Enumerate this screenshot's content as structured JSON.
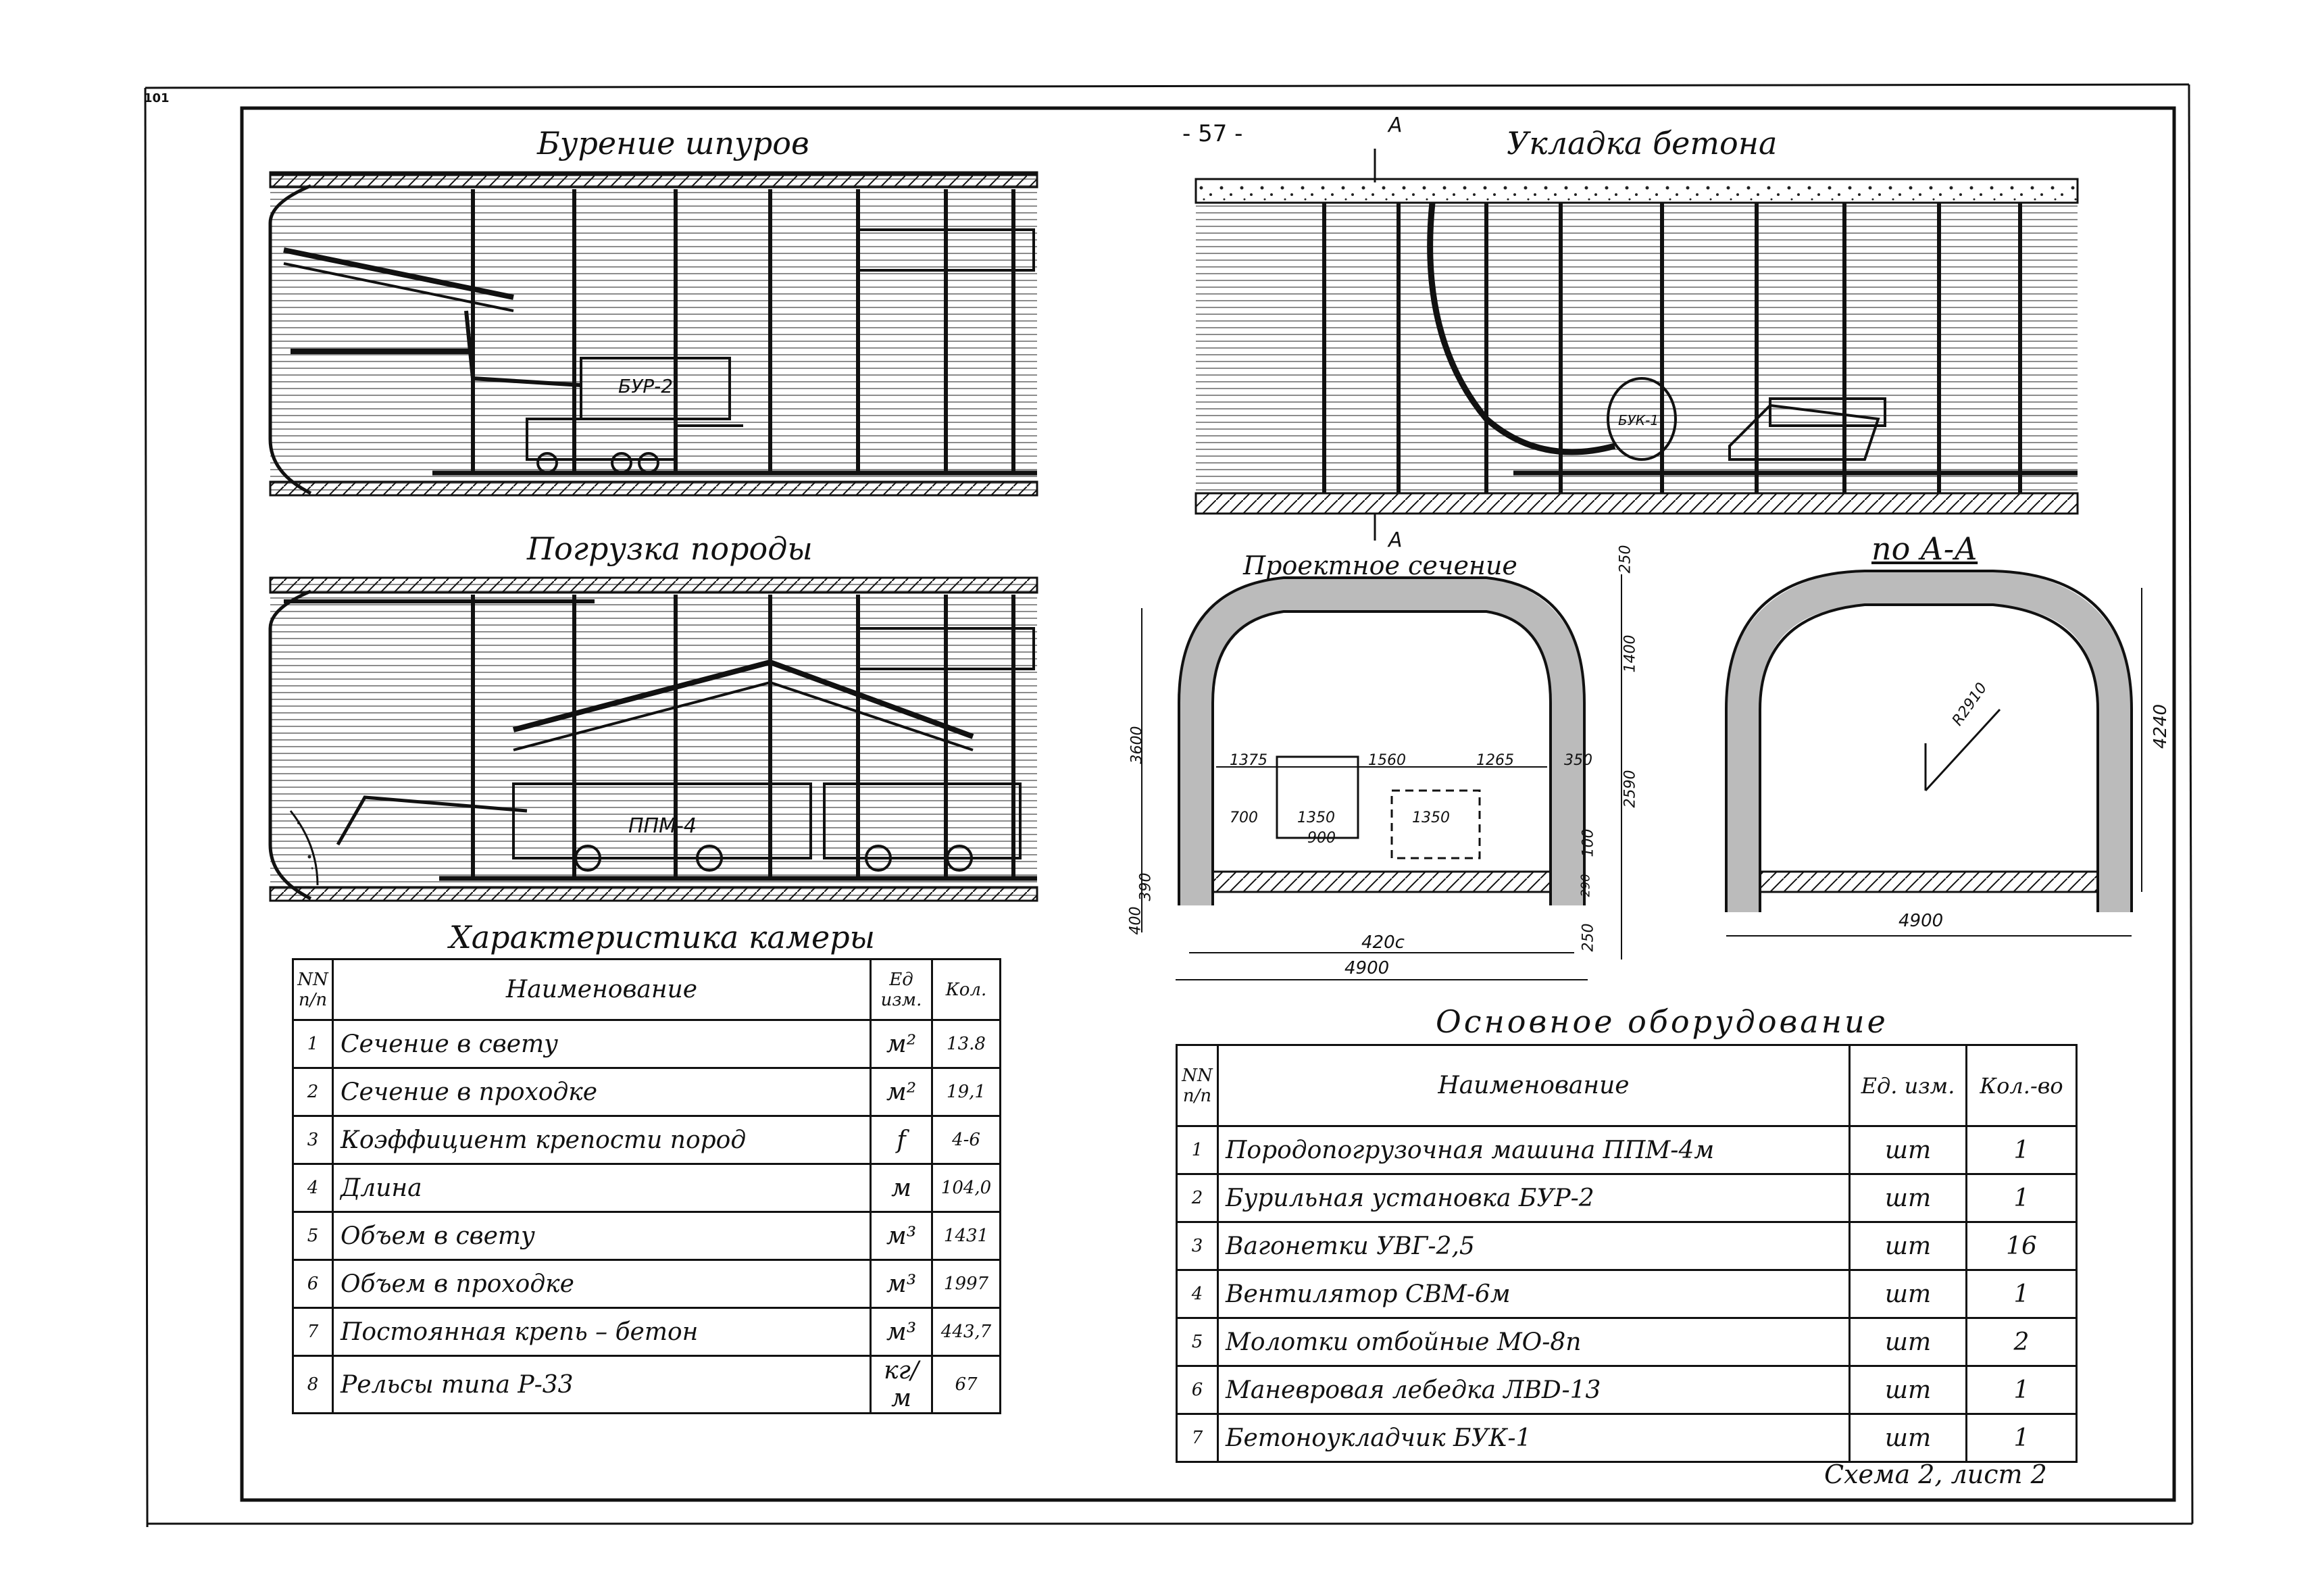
{
  "corner_mark": "101",
  "page_number": "- 57 -",
  "section_mark": "A",
  "titles": {
    "drilling": "Бурение шпуров",
    "concrete": "Укладка бетона",
    "loading": "Погрузка породы",
    "design_section": "Проектное сечение",
    "section_aa": "по А-А",
    "chamber_char": "Характеристика камеры",
    "equipment": "Основное оборудование"
  },
  "machine_labels": {
    "bur": "БУР-2",
    "ppm": "ППМ-4",
    "buk": "БУК-1"
  },
  "dimensions": {
    "d250_top": "250",
    "d1400": "1400",
    "d3600": "3600",
    "d2590": "2590",
    "d1375": "1375",
    "d1560": "1560",
    "d1265": "1265",
    "d350": "350",
    "d700": "700",
    "d1350a": "1350",
    "d1350b": "1350",
    "d900": "900",
    "d100": "100",
    "d290": "290",
    "d250_bot": "250",
    "d390": "390",
    "d400": "400",
    "d4200": "420с",
    "d4900a": "4900",
    "d4900b": "4900",
    "d4240": "4240",
    "r2910": "R2910"
  },
  "chamber_table": {
    "headers": [
      "NN п/п",
      "Наименование",
      "Ед изм.",
      "Кол."
    ],
    "rows": [
      [
        "1",
        "Сечение в свету",
        "м²",
        "13.8"
      ],
      [
        "2",
        "Сечение в проходке",
        "м²",
        "19,1"
      ],
      [
        "3",
        "Коэффициент крепости пород",
        "f",
        "4-6"
      ],
      [
        "4",
        "Длина",
        "м",
        "104,0"
      ],
      [
        "5",
        "Объем в свету",
        "м³",
        "1431"
      ],
      [
        "6",
        "Объем в проходке",
        "м³",
        "1997"
      ],
      [
        "7",
        "Постоянная крепь – бетон",
        "м³",
        "443,7"
      ],
      [
        "8",
        "Рельсы типа Р-33",
        "кг/м",
        "67"
      ]
    ]
  },
  "equipment_table": {
    "headers": [
      "NN п/п",
      "Наименование",
      "Ед. изм.",
      "Кол.-во"
    ],
    "rows": [
      [
        "1",
        "Породопогрузочная машина ППМ-4м",
        "шт",
        "1"
      ],
      [
        "2",
        "Бурильная установка БУР-2",
        "шт",
        "1"
      ],
      [
        "3",
        "Вагонетки УВГ-2,5",
        "шт",
        "16"
      ],
      [
        "4",
        "Вентилятор СВМ-6м",
        "шт",
        "1"
      ],
      [
        "5",
        "Молотки отбойные МО-8п",
        "шт",
        "2"
      ],
      [
        "6",
        "Маневровая лебедка ЛВD-13",
        "шт",
        "1"
      ],
      [
        "7",
        "Бетоноукладчик БУК-1",
        "шт",
        "1"
      ]
    ]
  },
  "footer": "Схема 2, лист 2"
}
